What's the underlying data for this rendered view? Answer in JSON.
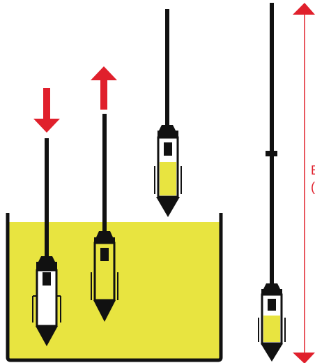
{
  "diagram": {
    "colors": {
      "liquid": "#e8e440",
      "arrow": "#e0202c",
      "ink": "#111111",
      "container": "#111111",
      "background": "#ffffff"
    },
    "probes": [
      {
        "id": "probe-1",
        "fill_level": 0.0,
        "motion": "down"
      },
      {
        "id": "probe-2",
        "fill_level": 1.0,
        "motion": "up"
      },
      {
        "id": "probe-3",
        "fill_level": 0.55,
        "motion": "none"
      },
      {
        "id": "probe-4",
        "fill_level": 0.55,
        "motion": "none"
      }
    ],
    "measurement": {
      "label_line1": "E",
      "label_line2": "("
    }
  }
}
